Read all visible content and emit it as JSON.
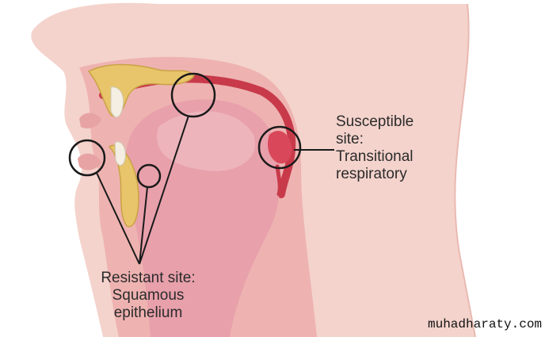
{
  "labels": {
    "susceptible": {
      "line1": "Susceptible",
      "line2": "site:",
      "line3": "Transitional",
      "line4": "respiratory"
    },
    "resistant": {
      "line1": "Resistant site:",
      "line2": "Squamous",
      "line3": "epithelium"
    }
  },
  "watermark": "muhadharaty.com",
  "colors": {
    "skin": "#f2c9c2",
    "soft_tissue": "#e8a3a4",
    "mucosa": "#c83a4a",
    "bone": "#e8c56a",
    "tongue": "#e69aa6",
    "line": "#1a1a1a"
  }
}
